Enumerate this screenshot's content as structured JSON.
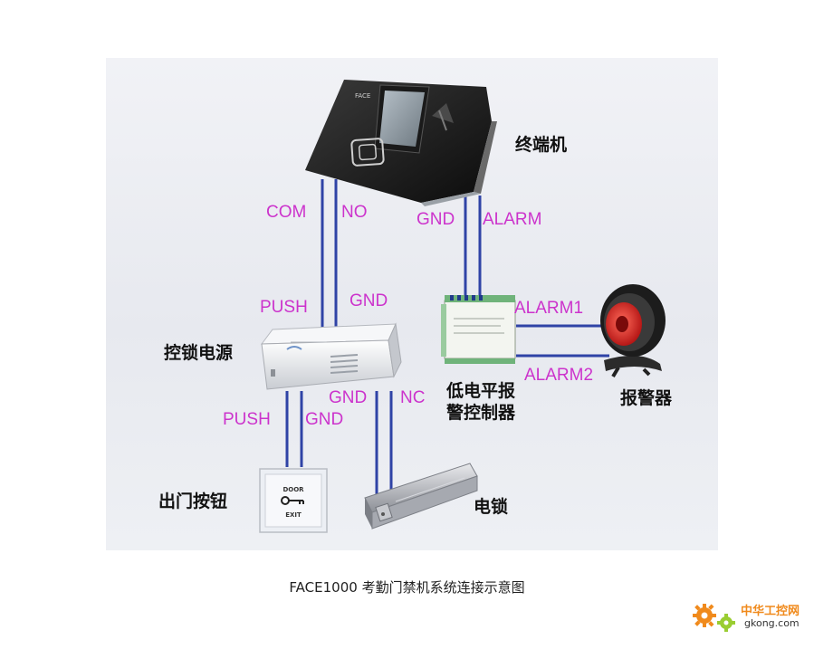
{
  "wire_labels": {
    "com": "COM",
    "no": "NO",
    "gnd_terminal": "GND",
    "alarm": "ALARM",
    "push_power": "PUSH",
    "gnd_power": "GND",
    "alarm1": "ALARM1",
    "alarm2": "ALARM2",
    "gnd_lock": "GND",
    "nc": "NC",
    "push_button": "PUSH",
    "gnd_button": "GND"
  },
  "nodes": {
    "terminal": "终端机",
    "lock_power": "控锁电源",
    "controller_line1": "低电平报",
    "controller_line2": "警控制器",
    "alarm_siren": "报警器",
    "exit_button": "出门按钮",
    "electric_lock": "电锁"
  },
  "device_marks": {
    "terminal_brand": "FACE",
    "door_text": "DOOR",
    "exit_text": "EXIT"
  },
  "caption": "FACE1000 考勤门禁机系统连接示意图",
  "watermark": {
    "title": "中华工控网",
    "url": "gkong.com"
  },
  "colors": {
    "wire": "#2f43a6",
    "wire_label": "#cc33cc",
    "background_panel": "#eceef3",
    "watermark_orange": "#f08a1c"
  },
  "icons": [
    "face-terminal-icon",
    "lock-power-supply-icon",
    "alarm-controller-icon",
    "siren-icon",
    "exit-button-icon",
    "electric-lock-icon",
    "gear-icon"
  ]
}
